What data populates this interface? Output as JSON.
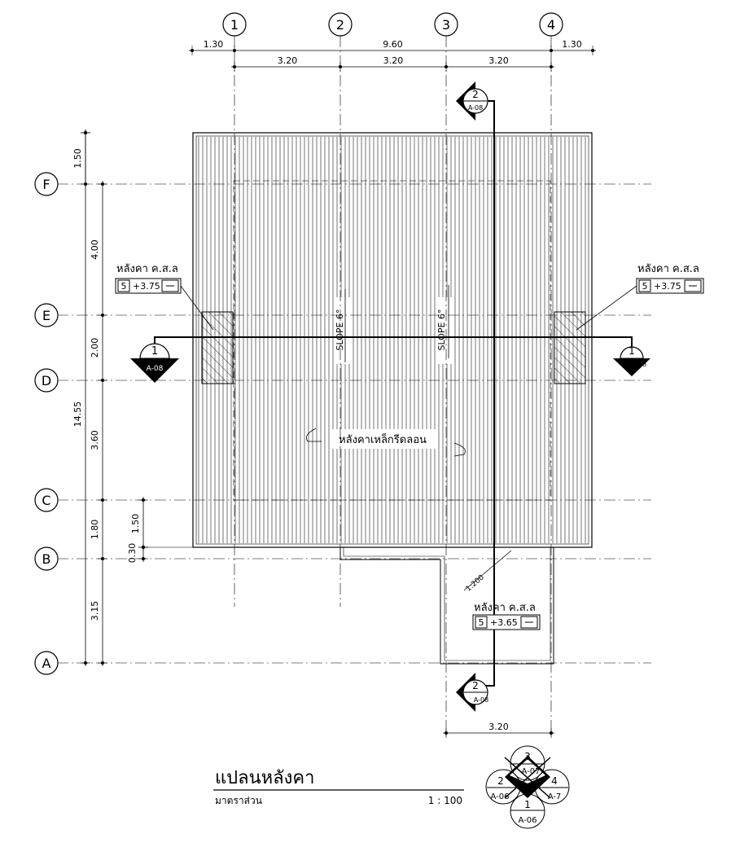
{
  "grid": {
    "columns": [
      "1",
      "2",
      "3",
      "4"
    ],
    "rows": [
      "F",
      "E",
      "D",
      "C",
      "B",
      "A"
    ]
  },
  "dimensions": {
    "top_overall": [
      "1.30",
      "9.60",
      "1.30"
    ],
    "top_bays": [
      "3.20",
      "3.20",
      "3.20"
    ],
    "left_overall": "14.55",
    "left_top_overhang": "1.50",
    "left_bays": [
      "4.00",
      "2.00",
      "3.60",
      "1.80",
      "3.15"
    ],
    "left_small": [
      "1.50",
      "0.30"
    ],
    "bottom": "3.20"
  },
  "roof": {
    "main_label": "หลังคาเหล็กรีดลอน",
    "slope_labels": [
      "SLOPE 6°",
      "SLOPE 6°"
    ],
    "scale_note": "1:200"
  },
  "concrete_roofs": [
    {
      "label": "หลังคา ค.ส.ล",
      "number": "5",
      "level": "+3.75"
    },
    {
      "label": "หลังคา ค.ส.ล",
      "number": "5",
      "level": "+3.75"
    },
    {
      "label": "หลังคา ค.ส.ล",
      "number": "5",
      "level": "+3.65"
    }
  ],
  "sections": [
    {
      "number": "1",
      "sheet": "A-08"
    },
    {
      "number": "1",
      "sheet": "A-08"
    },
    {
      "number": "2",
      "sheet": "A-08"
    },
    {
      "number": "2",
      "sheet": "A-08"
    }
  ],
  "title": {
    "main": "แปลนหลังคา",
    "sub": "มาตราส่วน",
    "scale": "1 : 100"
  },
  "elevation_key": [
    {
      "number": "3",
      "sheet": "A-07"
    },
    {
      "number": "2",
      "sheet": "A-06"
    },
    {
      "number": "4",
      "sheet": "A-7"
    },
    {
      "number": "1",
      "sheet": "A-06"
    }
  ]
}
